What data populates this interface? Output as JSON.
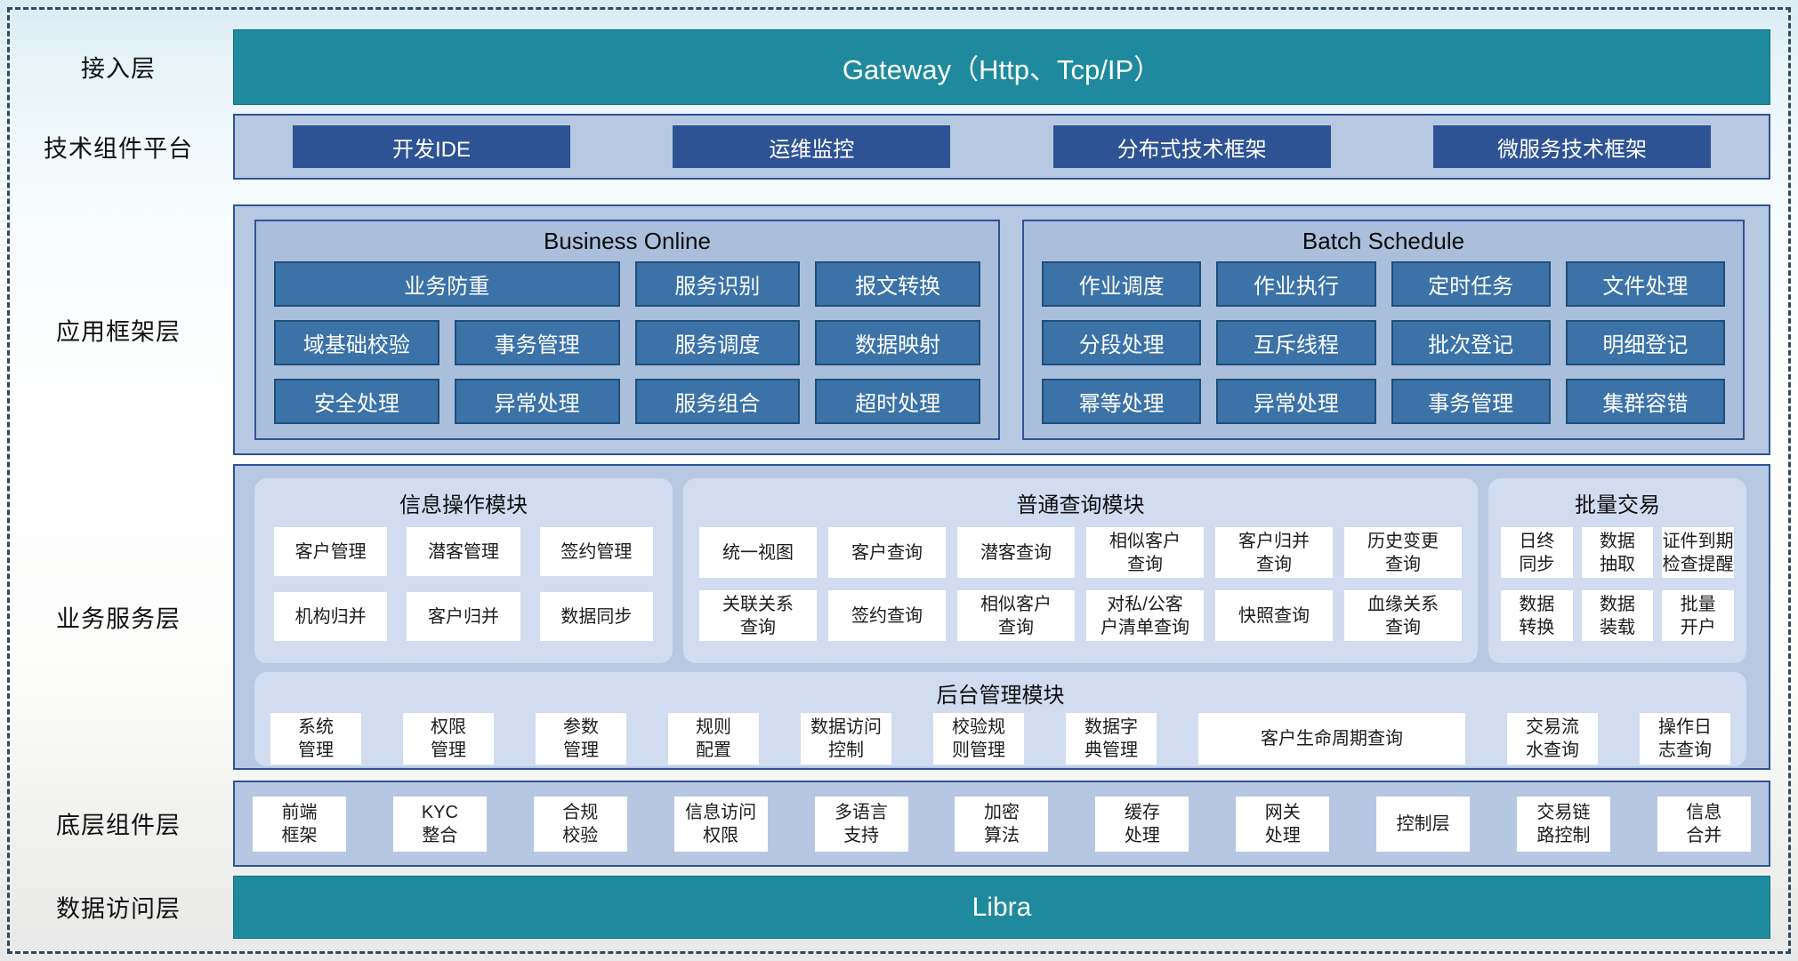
{
  "layers": [
    {
      "label": "接入层"
    },
    {
      "label": "技术组件平台"
    },
    {
      "label": "应用框架层"
    },
    {
      "label": "业务服务层"
    },
    {
      "label": "底层组件层"
    },
    {
      "label": "数据访问层"
    }
  ],
  "gateway": {
    "title": "Gateway（Http、Tcp/IP）"
  },
  "tech_platform": {
    "items": [
      {
        "label": "开发IDE"
      },
      {
        "label": "运维监控"
      },
      {
        "label": "分布式技术框架"
      },
      {
        "label": "微服务技术框架"
      }
    ]
  },
  "app_framework": {
    "groups": [
      {
        "title": "Business Online",
        "items": [
          {
            "label": "业务防重",
            "wide": true
          },
          {
            "label": "服务识别"
          },
          {
            "label": "报文转换"
          },
          {
            "label": "域基础校验"
          },
          {
            "label": "事务管理"
          },
          {
            "label": "服务调度"
          },
          {
            "label": "数据映射"
          },
          {
            "label": "安全处理"
          },
          {
            "label": "异常处理"
          },
          {
            "label": "服务组合"
          },
          {
            "label": "超时处理"
          }
        ]
      },
      {
        "title": "Batch Schedule",
        "items": [
          {
            "label": "作业调度"
          },
          {
            "label": "作业执行"
          },
          {
            "label": "定时任务"
          },
          {
            "label": "文件处理"
          },
          {
            "label": "分段处理"
          },
          {
            "label": "互斥线程"
          },
          {
            "label": "批次登记"
          },
          {
            "label": "明细登记"
          },
          {
            "label": "幂等处理"
          },
          {
            "label": "异常处理"
          },
          {
            "label": "事务管理"
          },
          {
            "label": "集群容错"
          }
        ]
      }
    ]
  },
  "business_service": {
    "modules": [
      {
        "title": "信息操作模块",
        "items": [
          {
            "label": "客户管理"
          },
          {
            "label": "潜客管理"
          },
          {
            "label": "签约管理"
          },
          {
            "label": "机构归并"
          },
          {
            "label": "客户归并"
          },
          {
            "label": "数据同步"
          }
        ]
      },
      {
        "title": "普通查询模块",
        "items": [
          {
            "label": "统一视图"
          },
          {
            "label": "客户查询"
          },
          {
            "label": "潜客查询"
          },
          {
            "label": "相似客户\n查询"
          },
          {
            "label": "客户归并\n查询"
          },
          {
            "label": "历史变更\n查询"
          },
          {
            "label": "关联关系\n查询"
          },
          {
            "label": "签约查询"
          },
          {
            "label": "相似客户\n查询"
          },
          {
            "label": "对私/公客\n户清单查询"
          },
          {
            "label": "快照查询"
          },
          {
            "label": "血缘关系\n查询"
          }
        ]
      },
      {
        "title": "批量交易",
        "items": [
          {
            "label": "日终\n同步"
          },
          {
            "label": "数据\n抽取"
          },
          {
            "label": "证件到期\n检查提醒"
          },
          {
            "label": "数据\n转换"
          },
          {
            "label": "数据\n装载"
          },
          {
            "label": "批量\n开户"
          }
        ]
      }
    ],
    "admin": {
      "title": "后台管理模块",
      "items": [
        {
          "label": "系统\n管理"
        },
        {
          "label": "权限\n管理"
        },
        {
          "label": "参数\n管理"
        },
        {
          "label": "规则\n配置"
        },
        {
          "label": "数据访问\n控制"
        },
        {
          "label": "校验规\n则管理"
        },
        {
          "label": "数据字\n典管理"
        },
        {
          "label": "客户生命周期查询",
          "wide": true
        },
        {
          "label": "交易流\n水查询"
        },
        {
          "label": "操作日\n志查询"
        }
      ]
    }
  },
  "base_components": {
    "items": [
      {
        "label": "前端\n框架"
      },
      {
        "label": "KYC\n整合"
      },
      {
        "label": "合规\n校验"
      },
      {
        "label": "信息访问\n权限"
      },
      {
        "label": "多语言\n支持"
      },
      {
        "label": "加密\n算法"
      },
      {
        "label": "缓存\n处理"
      },
      {
        "label": "网关\n处理"
      },
      {
        "label": "控制层"
      },
      {
        "label": "交易链\n路控制"
      },
      {
        "label": "信息\n合并"
      }
    ]
  },
  "data_access": {
    "title": "Libra"
  },
  "colors": {
    "teal": "#1f8a9e",
    "navy": "#2e5394",
    "steel_blue": "#3b72a8",
    "panel_blue": "#b7c8e3",
    "group_blue": "#aabfdc",
    "module_bg": "#d2dcf0"
  }
}
